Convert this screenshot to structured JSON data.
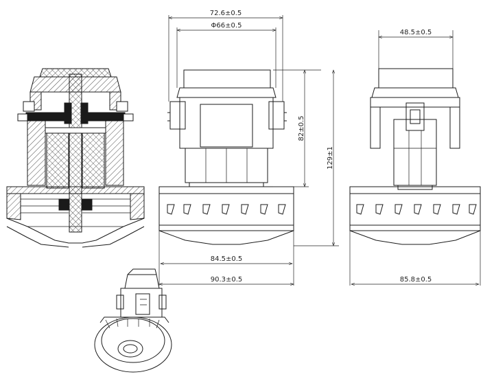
{
  "dimensions": {
    "top_outer": "72.6±0.5",
    "top_inner": "Φ66±0.5",
    "side_top": "48.5±0.5",
    "height_body": "82±0.5",
    "height_total": "129±1",
    "base_inner": "84.5±0.5",
    "base_outer": "90.3±0.5",
    "side_base": "85.8±0.5"
  }
}
